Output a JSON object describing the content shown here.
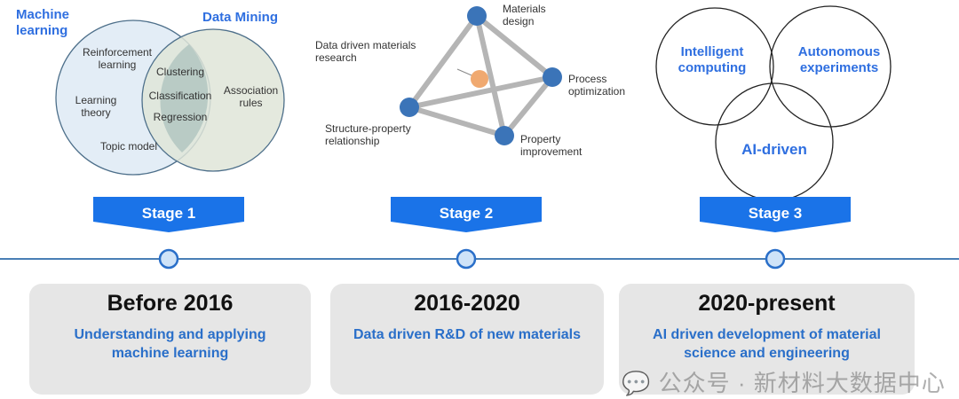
{
  "stage1": {
    "ml_title": "Machine learning",
    "dm_title": "Data Mining",
    "ml_items": [
      "Reinforcement learning",
      "Learning theory",
      "Topic model"
    ],
    "shared": [
      "Clustering",
      "Classification",
      "Regression"
    ],
    "dm_items": [
      "Association rules"
    ]
  },
  "stage2": {
    "center": "Data driven materials research",
    "nodes": [
      "Materials design",
      "Process optimization",
      "Property improvement",
      "Structure-property relationship"
    ]
  },
  "stage3": {
    "circles": [
      "Intelligent computing",
      "Autonomous experiments",
      "AI-driven"
    ]
  },
  "stages": [
    "Stage 1",
    "Stage 2",
    "Stage 3"
  ],
  "periods": [
    {
      "title": "Before 2016",
      "desc": "Understanding and applying machine learning"
    },
    {
      "title": "2016-2020",
      "desc": "Data driven R&D of new materials"
    },
    {
      "title": "2020-present",
      "desc": "AI driven development of material science and engineering"
    }
  ],
  "watermark": "公众号 · 新材料大数据中心",
  "colors": {
    "accent": "#2f6fe0",
    "stage": "#1a73e8",
    "timeline": "#4a7fb5"
  }
}
